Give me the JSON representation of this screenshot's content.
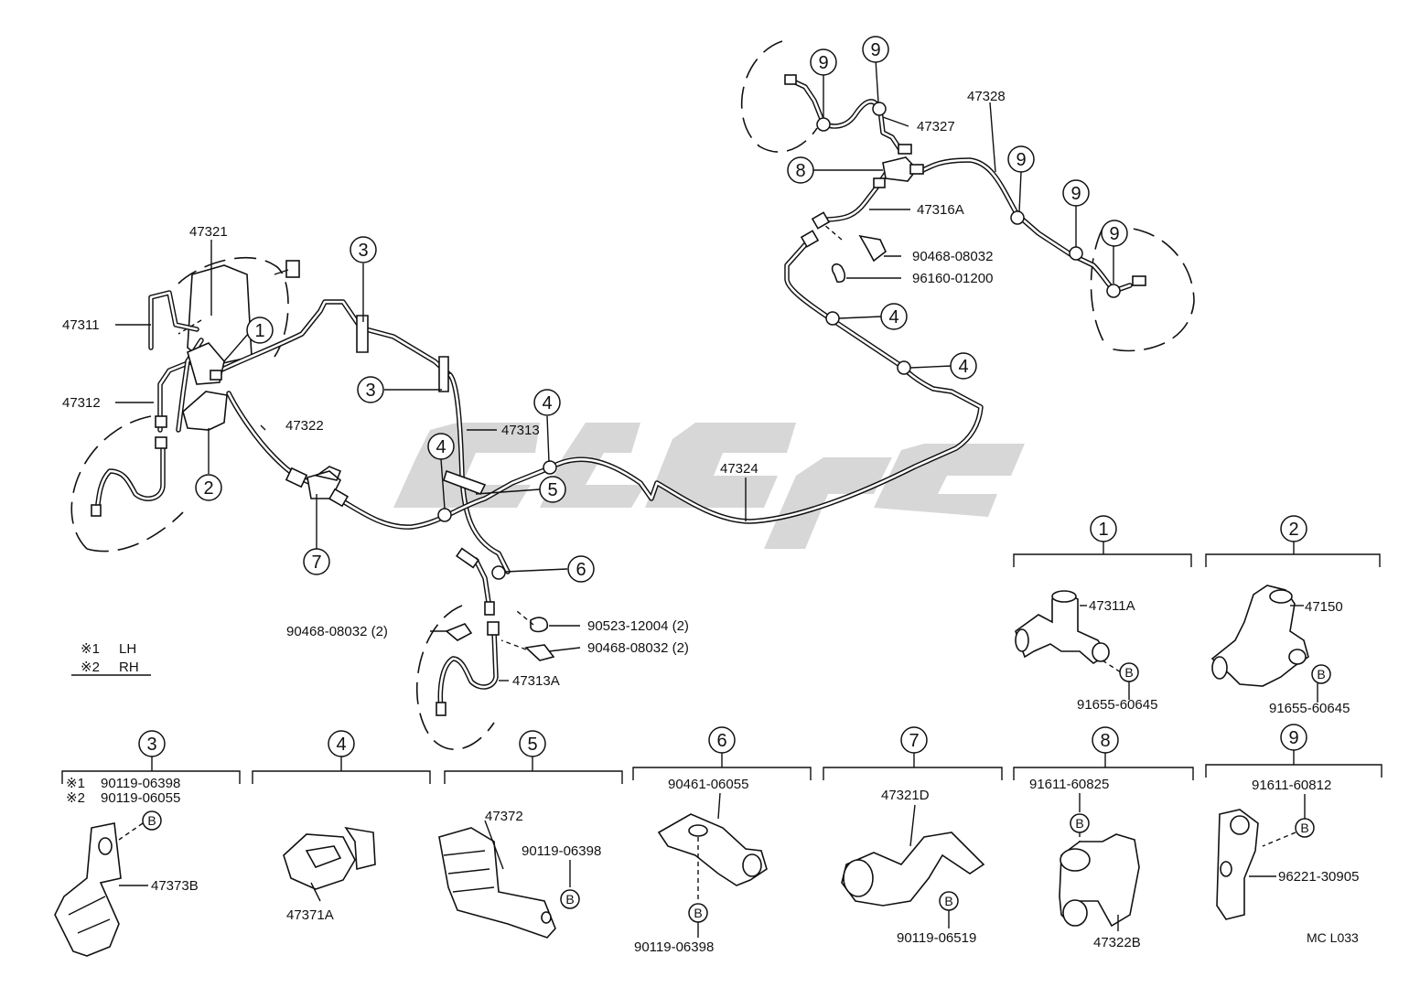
{
  "parts": {
    "p47321": "47321",
    "p47311": "47311",
    "p47312": "47312",
    "p47322": "47322",
    "p47313": "47313",
    "p47324": "47324",
    "p47327": "47327",
    "p47328": "47328",
    "p47316a": "47316A",
    "p90468_08032": "90468-08032",
    "p96160_01200": "96160-01200",
    "p90468_08032_2a": "90468-08032 (2)",
    "p90523_12004_2": "90523-12004 (2)",
    "p90468_08032_2b": "90468-08032 (2)",
    "p47313a": "47313A"
  },
  "callouts": {
    "c1": "1",
    "c2": "2",
    "c3": "3",
    "c4": "4",
    "c5": "5",
    "c6": "6",
    "c7": "7",
    "c8": "8",
    "c9": "9"
  },
  "legend": {
    "mark1": "※1",
    "val1": "LH",
    "mark2": "※2",
    "val2": "RH"
  },
  "details": {
    "d1": {
      "num": "1",
      "part": "47311A",
      "bolt_mark": "B",
      "bolt": "91655-60645"
    },
    "d2": {
      "num": "2",
      "part": "47150",
      "bolt_mark": "B",
      "bolt": "91655-60645"
    },
    "d3": {
      "num": "3",
      "lh_mark": "※1",
      "lh": "90119-06398",
      "rh_mark": "※2",
      "rh": "90119-06055",
      "bolt_mark": "B",
      "part": "47373B"
    },
    "d4": {
      "num": "4",
      "part": "47371A"
    },
    "d5": {
      "num": "5",
      "part": "47372",
      "bolt": "90119-06398",
      "bolt_mark": "B"
    },
    "d6": {
      "num": "6",
      "part": "90461-06055",
      "bolt_mark": "B",
      "bolt": "90119-06398"
    },
    "d7": {
      "num": "7",
      "part": "47321D",
      "bolt_mark": "B",
      "bolt": "90119-06519"
    },
    "d8": {
      "num": "8",
      "part": "91611-60825",
      "bolt_mark": "B",
      "part2": "47322B"
    },
    "d9": {
      "num": "9",
      "part": "91611-60812",
      "bolt_mark": "B",
      "part2": "96221-30905"
    }
  },
  "drawing_code": "MC L033"
}
